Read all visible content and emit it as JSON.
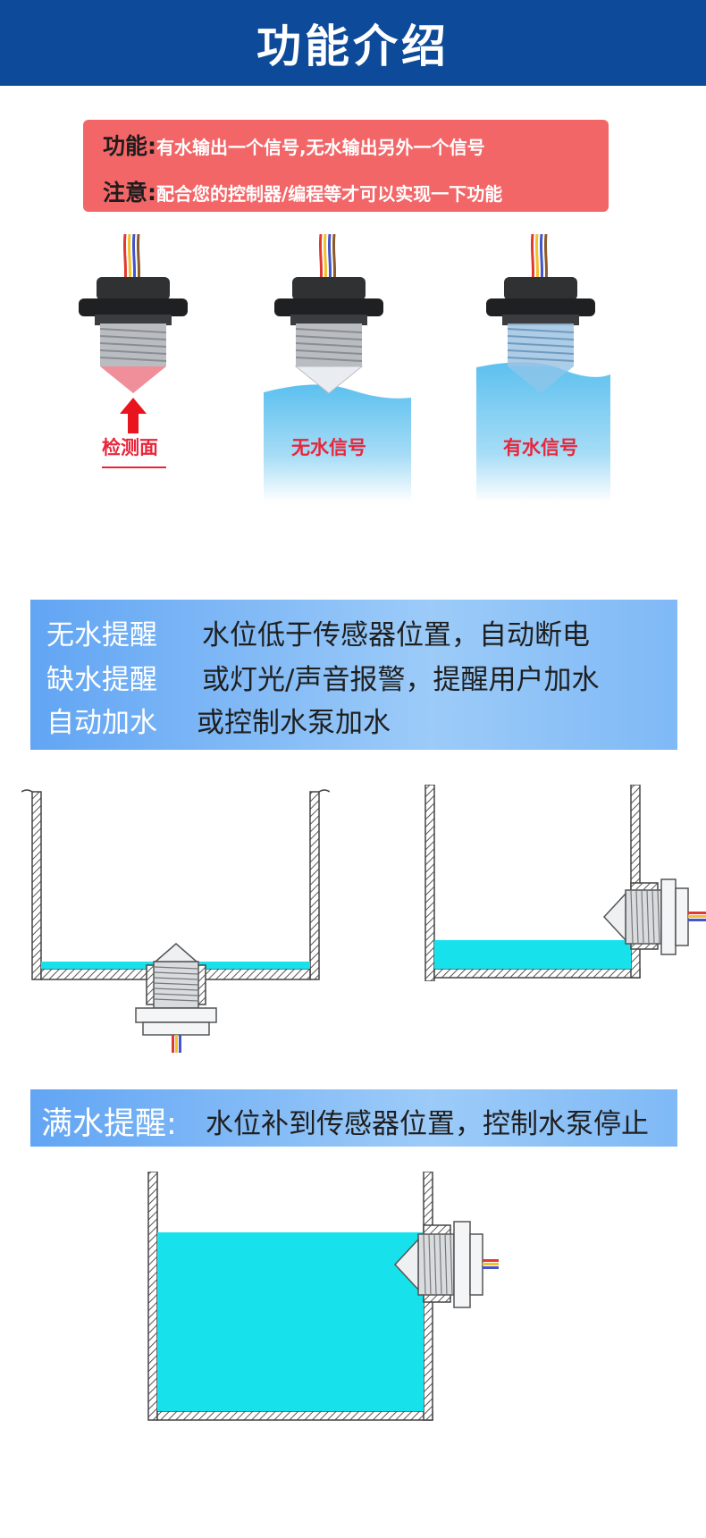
{
  "header": {
    "title": "功能介绍"
  },
  "notice": {
    "function_label": "功能:",
    "function_text": "有水输出一个信号,无水输出另外一个信号",
    "note_label": "注意:",
    "note_text": "配合您的控制器/编程等才可以实现一下功能"
  },
  "sensors": {
    "detect_face_label": "检测面",
    "no_water_label": "无水信号",
    "has_water_label": "有水信号"
  },
  "reminders": {
    "row1_label": "无水提醒",
    "row1_text": "水位低于传感器位置，自动断电",
    "row2_label": "缺水提醒",
    "row2_text": "或灯光/声音报警，提醒用户加水",
    "row3_label": "自动加水",
    "row3_text": "或控制水泵加水"
  },
  "full_water": {
    "label": "满水提醒:",
    "text": "水位补到传感器位置，控制水泵停止"
  },
  "colors": {
    "header_bg": "#0d4a9a",
    "notice_bg": "#f36668",
    "accent_red": "#e8263b",
    "water": "#17e2ec",
    "banner_blue": "#62a5f4"
  }
}
